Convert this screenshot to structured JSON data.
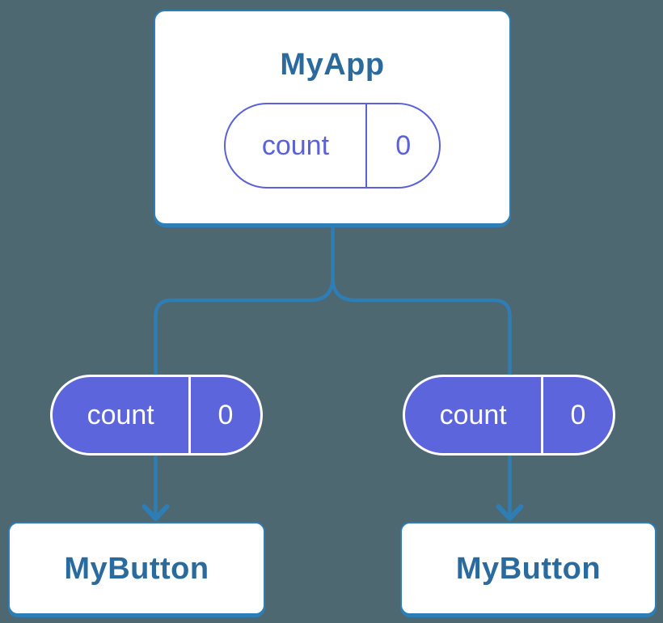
{
  "colors": {
    "background": "#4d6871",
    "connector_blue": "#2e7db4",
    "node_text_blue": "#2b6a9d",
    "state_fill_purple": "#5d65dd",
    "state_outline_purple": "#5a61da",
    "card_background": "#ffffff"
  },
  "tree": {
    "root": {
      "label": "MyApp",
      "state_pill": {
        "name": "count",
        "value": "0",
        "style": "outlined"
      }
    },
    "children": [
      {
        "state_pill": {
          "name": "count",
          "value": "0",
          "style": "filled"
        },
        "label": "MyButton"
      },
      {
        "state_pill": {
          "name": "count",
          "value": "0",
          "style": "filled"
        },
        "label": "MyButton"
      }
    ]
  }
}
